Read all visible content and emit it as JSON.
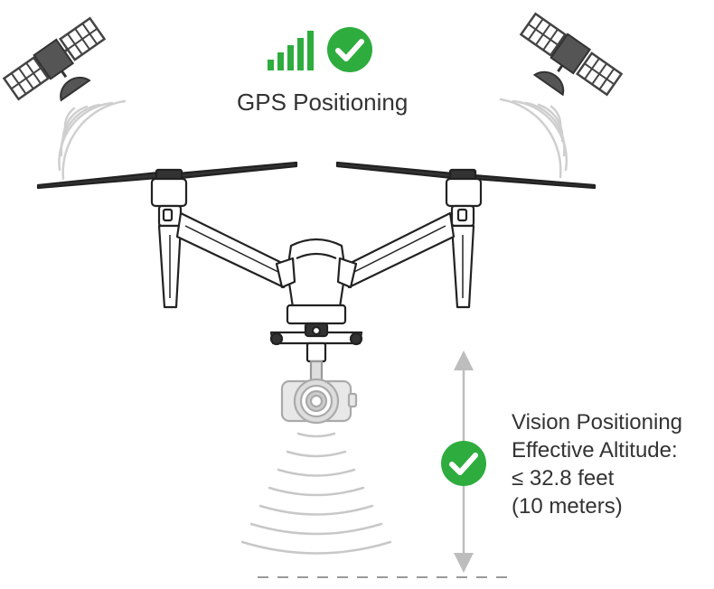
{
  "gps": {
    "label": "GPS Positioning",
    "signal_bars": 5,
    "status": "ok"
  },
  "vision": {
    "lines": [
      "Vision Positioning",
      "Effective Altitude:",
      "≤ 32.8 feet",
      "(10 meters)"
    ],
    "status": "ok"
  },
  "icons": {
    "satellite": "satellite-icon",
    "signal": "signal-strength-icon",
    "check": "checkmark-circle-icon",
    "aircraft": "drone-illustration"
  },
  "colors": {
    "accent_green": "#2eac3e",
    "line_art": "#222222",
    "wave_gray": "#c8c8c8",
    "arrow_gray": "#bdbdbd"
  }
}
